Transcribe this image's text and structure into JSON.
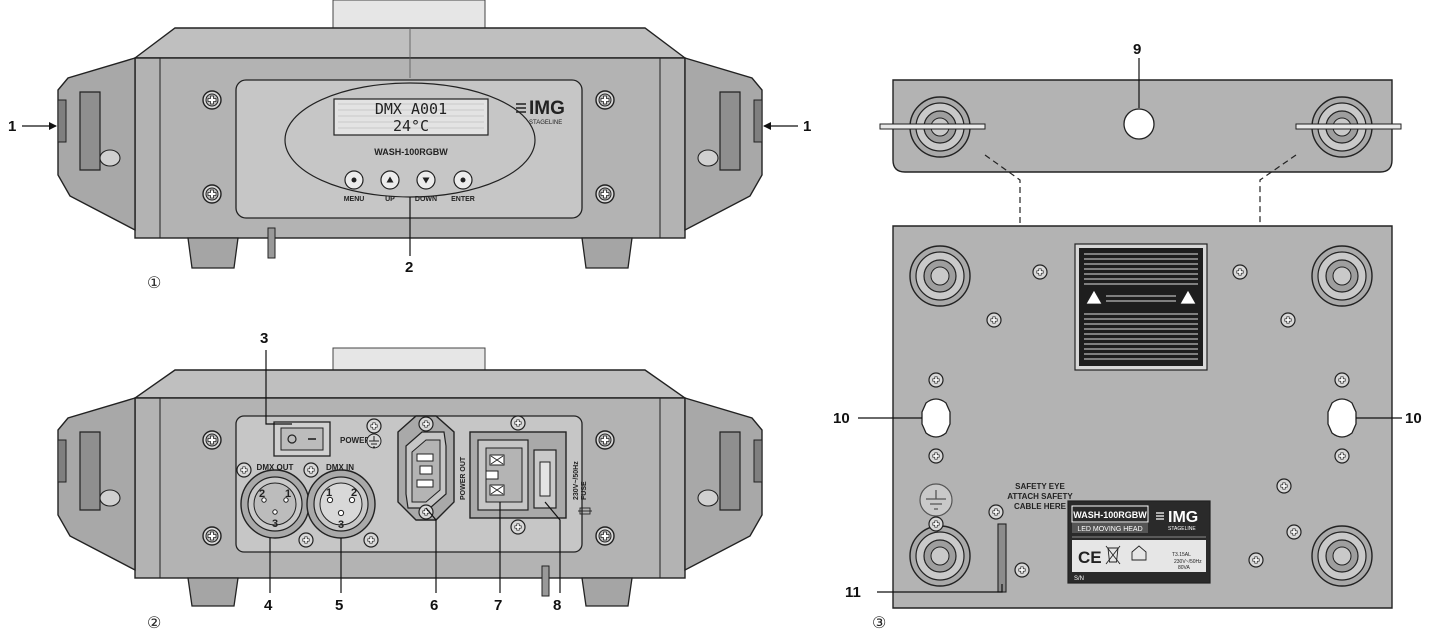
{
  "views": {
    "front": {
      "number": "①"
    },
    "rear": {
      "number": "②"
    },
    "bottom": {
      "number": "③"
    }
  },
  "callouts": [
    "1",
    "1",
    "2",
    "3",
    "4",
    "5",
    "6",
    "7",
    "8",
    "9",
    "10",
    "10",
    "11"
  ],
  "front": {
    "lcd_line1": "DMX A001",
    "lcd_line2": "24°C",
    "model": "WASH-100RGBW",
    "brand": "IMG",
    "brand_sub": "STAGELINE",
    "buttons": [
      "MENU",
      "UP",
      "DOWN",
      "ENTER"
    ]
  },
  "rear": {
    "power_label": "POWER",
    "dmx_out_label": "DMX OUT",
    "dmx_in_label": "DMX IN",
    "power_out_label": "POWER OUT",
    "voltage_label": "230V~/50Hz",
    "fuse_label": "FUSE",
    "pin_numbers": [
      "2",
      "1",
      "3",
      "1",
      "2",
      "3"
    ]
  },
  "bottom": {
    "safety_line1": "SAFETY EYE",
    "safety_line2": "ATTACH SAFETY",
    "safety_line3": "CABLE HERE",
    "plate_model": "WASH-100RGBW",
    "plate_sub": "LED MOVING HEAD",
    "plate_brand": "IMG",
    "plate_brand_sub": "STAGELINE",
    "plate_ce": "CE",
    "plate_rating": "230V~/50Hz",
    "plate_power": "80VA",
    "plate_fuse": "T3.15AL",
    "plate_sn": "S/N"
  },
  "colors": {
    "body": "#b3b3b3",
    "body_dark": "#9a9a9a",
    "body_light": "#cfcfcf",
    "panel": "#c2c2c2",
    "outline": "#222222"
  }
}
